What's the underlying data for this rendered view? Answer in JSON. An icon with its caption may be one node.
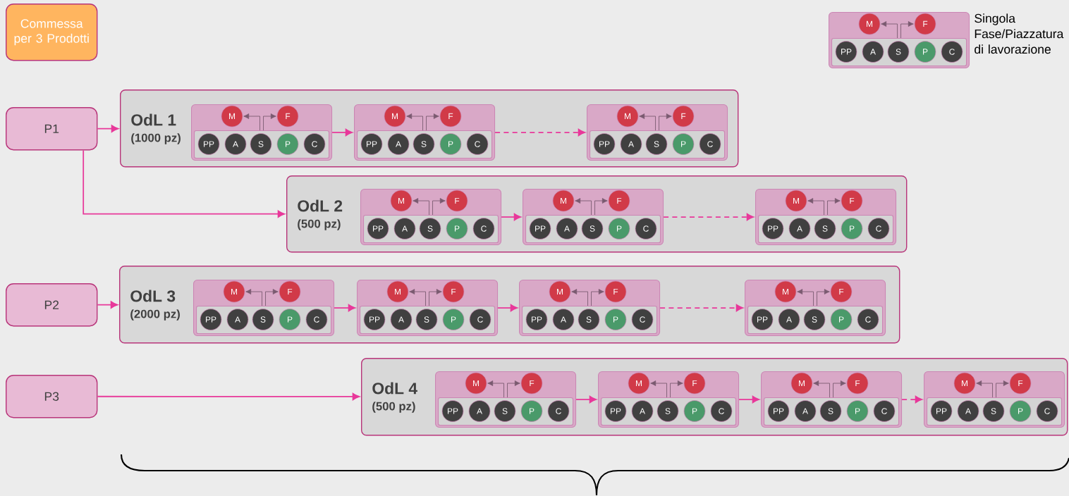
{
  "diagram": {
    "nodes": [
      {
        "text": [
          "Commessa per 3 Prodotti"
        ]
      },
      {
        "text": [],
        "shape": "box",
        "beside": [
          "Singola Fase/Piazzatura di lavorazione"
        ]
      },
      {
        "text": [
          "M"
        ],
        "in": 1
      },
      {
        "text": [
          "F"
        ],
        "in": 1
      },
      {
        "text": [],
        "shape": "box",
        "in": 1
      },
      {
        "text": [
          "PP"
        ],
        "in": 4
      },
      {
        "text": [
          "A"
        ],
        "in": 4
      },
      {
        "text": [
          "S"
        ],
        "in": 4
      },
      {
        "text": [
          "P"
        ],
        "in": 4
      },
      {
        "text": [
          "C"
        ],
        "in": 4
      },
      {
        "text": [
          "P1"
        ]
      },
      {
        "text": [
          "OdL 1",
          "(1000 pz)"
        ]
      },
      {
        "text": [],
        "shape": "box",
        "in": 11
      },
      {
        "text": [
          "M"
        ],
        "in": 12
      },
      {
        "text": [
          "F"
        ],
        "in": 12
      },
      {
        "text": [],
        "shape": "box",
        "in": 12
      },
      {
        "text": [
          "PP"
        ],
        "in": 15
      },
      {
        "text": [
          "A"
        ],
        "in": 15
      },
      {
        "text": [
          "S"
        ],
        "in": 15
      },
      {
        "text": [
          "P"
        ],
        "in": 15
      },
      {
        "text": [
          "C"
        ],
        "in": 15
      },
      {
        "text": [],
        "shape": "box",
        "in": 11
      },
      {
        "text": [
          "M"
        ],
        "in": 21
      },
      {
        "text": [
          "F"
        ],
        "in": 21
      },
      {
        "text": [],
        "shape": "box",
        "in": 21
      },
      {
        "text": [
          "PP"
        ],
        "in": 24
      },
      {
        "text": [
          "A"
        ],
        "in": 24
      },
      {
        "text": [
          "S"
        ],
        "in": 24
      },
      {
        "text": [
          "P"
        ],
        "in": 24
      },
      {
        "text": [
          "C"
        ],
        "in": 24
      },
      {
        "text": [],
        "shape": "box",
        "in": 11
      },
      {
        "text": [
          "M"
        ],
        "in": 30
      },
      {
        "text": [
          "F"
        ],
        "in": 30
      },
      {
        "text": [],
        "shape": "box",
        "in": 30
      },
      {
        "text": [
          "PP"
        ],
        "in": 33
      },
      {
        "text": [
          "A"
        ],
        "in": 33
      },
      {
        "text": [
          "S"
        ],
        "in": 33
      },
      {
        "text": [
          "P"
        ],
        "in": 33
      },
      {
        "text": [
          "C"
        ],
        "in": 33
      },
      {
        "text": [
          "OdL 2",
          "(500 pz)"
        ]
      },
      {
        "text": [],
        "shape": "box",
        "in": 39
      },
      {
        "text": [
          "M"
        ],
        "in": 40
      },
      {
        "text": [
          "F"
        ],
        "in": 40
      },
      {
        "text": [],
        "shape": "box",
        "in": 40
      },
      {
        "text": [
          "PP"
        ],
        "in": 43
      },
      {
        "text": [
          "A"
        ],
        "in": 43
      },
      {
        "text": [
          "S"
        ],
        "in": 43
      },
      {
        "text": [
          "P"
        ],
        "in": 43
      },
      {
        "text": [
          "C"
        ],
        "in": 43
      },
      {
        "text": [],
        "shape": "box",
        "in": 39
      },
      {
        "text": [
          "M"
        ],
        "in": 49
      },
      {
        "text": [
          "F"
        ],
        "in": 49
      },
      {
        "text": [],
        "shape": "box",
        "in": 49
      },
      {
        "text": [
          "PP"
        ],
        "in": 52
      },
      {
        "text": [
          "A"
        ],
        "in": 52
      },
      {
        "text": [
          "S"
        ],
        "in": 52
      },
      {
        "text": [
          "P"
        ],
        "in": 52
      },
      {
        "text": [
          "C"
        ],
        "in": 52
      },
      {
        "text": [],
        "shape": "box",
        "in": 39
      },
      {
        "text": [
          "M"
        ],
        "in": 58
      },
      {
        "text": [
          "F"
        ],
        "in": 58
      },
      {
        "text": [],
        "shape": "box",
        "in": 58
      },
      {
        "text": [
          "PP"
        ],
        "in": 61
      },
      {
        "text": [
          "A"
        ],
        "in": 61
      },
      {
        "text": [
          "S"
        ],
        "in": 61
      },
      {
        "text": [
          "P"
        ],
        "in": 61
      },
      {
        "text": [
          "C"
        ],
        "in": 61
      },
      {
        "text": [
          "P2"
        ]
      },
      {
        "text": [
          "OdL 3",
          "(2000 pz)"
        ]
      },
      {
        "text": [],
        "shape": "box",
        "in": 68
      },
      {
        "text": [
          "M"
        ],
        "in": 69
      },
      {
        "text": [
          "F"
        ],
        "in": 69
      },
      {
        "text": [],
        "shape": "box",
        "in": 69
      },
      {
        "text": [
          "PP"
        ],
        "in": 72
      },
      {
        "text": [
          "A"
        ],
        "in": 72
      },
      {
        "text": [
          "S"
        ],
        "in": 72
      },
      {
        "text": [
          "P"
        ],
        "in": 72
      },
      {
        "text": [
          "C"
        ],
        "in": 72
      },
      {
        "text": [],
        "shape": "box",
        "in": 68
      },
      {
        "text": [
          "M"
        ],
        "in": 78
      },
      {
        "text": [
          "F"
        ],
        "in": 78
      },
      {
        "text": [],
        "shape": "box",
        "in": 78
      },
      {
        "text": [
          "PP"
        ],
        "in": 81
      },
      {
        "text": [
          "A"
        ],
        "in": 81
      },
      {
        "text": [
          "S"
        ],
        "in": 81
      },
      {
        "text": [
          "P"
        ],
        "in": 81
      },
      {
        "text": [
          "C"
        ],
        "in": 81
      },
      {
        "text": [],
        "shape": "box",
        "in": 68
      },
      {
        "text": [
          "M"
        ],
        "in": 87
      },
      {
        "text": [
          "F"
        ],
        "in": 87
      },
      {
        "text": [],
        "shape": "box",
        "in": 87
      },
      {
        "text": [
          "PP"
        ],
        "in": 90
      },
      {
        "text": [
          "A"
        ],
        "in": 90
      },
      {
        "text": [
          "S"
        ],
        "in": 90
      },
      {
        "text": [
          "P"
        ],
        "in": 90
      },
      {
        "text": [
          "C"
        ],
        "in": 90
      },
      {
        "text": [],
        "shape": "box",
        "in": 68
      },
      {
        "text": [
          "M"
        ],
        "in": 96
      },
      {
        "text": [
          "F"
        ],
        "in": 96
      },
      {
        "text": [],
        "shape": "box",
        "in": 96
      },
      {
        "text": [
          "PP"
        ],
        "in": 99
      },
      {
        "text": [
          "A"
        ],
        "in": 99
      },
      {
        "text": [
          "S"
        ],
        "in": 99
      },
      {
        "text": [
          "P"
        ],
        "in": 99
      },
      {
        "text": [
          "C"
        ],
        "in": 99
      },
      {
        "text": [
          "P3"
        ]
      },
      {
        "text": [
          "OdL 4",
          "(500 pz)"
        ]
      },
      {
        "text": [],
        "shape": "box",
        "in": 106
      },
      {
        "text": [
          "M"
        ],
        "in": 107
      },
      {
        "text": [
          "F"
        ],
        "in": 107
      },
      {
        "text": [],
        "shape": "box",
        "in": 107
      },
      {
        "text": [
          "PP"
        ],
        "in": 110
      },
      {
        "text": [
          "A"
        ],
        "in": 110
      },
      {
        "text": [
          "S"
        ],
        "in": 110
      },
      {
        "text": [
          "P"
        ],
        "in": 110
      },
      {
        "text": [
          "C"
        ],
        "in": 110
      },
      {
        "text": [],
        "shape": "box",
        "in": 106
      },
      {
        "text": [
          "M"
        ],
        "in": 116
      },
      {
        "text": [
          "F"
        ],
        "in": 116
      },
      {
        "text": [],
        "shape": "box",
        "in": 116
      },
      {
        "text": [
          "PP"
        ],
        "in": 119
      },
      {
        "text": [
          "A"
        ],
        "in": 119
      },
      {
        "text": [
          "S"
        ],
        "in": 119
      },
      {
        "text": [
          "P"
        ],
        "in": 119
      },
      {
        "text": [
          "C"
        ],
        "in": 119
      },
      {
        "text": [],
        "shape": "box",
        "in": 106
      },
      {
        "text": [
          "M"
        ],
        "in": 125
      },
      {
        "text": [
          "F"
        ],
        "in": 125
      },
      {
        "text": [],
        "shape": "box",
        "in": 125
      },
      {
        "text": [
          "PP"
        ],
        "in": 128
      },
      {
        "text": [
          "A"
        ],
        "in": 128
      },
      {
        "text": [
          "S"
        ],
        "in": 128
      },
      {
        "text": [
          "P"
        ],
        "in": 128
      },
      {
        "text": [
          "C"
        ],
        "in": 128
      },
      {
        "text": [],
        "shape": "box",
        "in": 106
      },
      {
        "text": [
          "M"
        ],
        "in": 134
      },
      {
        "text": [
          "F"
        ],
        "in": 134
      },
      {
        "text": [],
        "shape": "box",
        "in": 134
      },
      {
        "text": [
          "PP"
        ],
        "in": 137
      },
      {
        "text": [
          "A"
        ],
        "in": 137
      },
      {
        "text": [
          "S"
        ],
        "in": 137
      },
      {
        "text": [
          "P"
        ],
        "in": 137
      },
      {
        "text": [
          "C"
        ],
        "in": 137
      }
    ],
    "edges": [
      {
        "from": 10,
        "to": 11,
        "arrow": "to",
        "color": "#e8389a"
      },
      {
        "from": 10,
        "to": 39,
        "arrow": "to",
        "color": "#e8389a"
      },
      {
        "from": 67,
        "to": 68,
        "arrow": "to",
        "color": "#e8389a"
      },
      {
        "from": 105,
        "to": 106,
        "arrow": "to",
        "color": "#e8389a"
      },
      {
        "from": 12,
        "to": 21,
        "arrow": "to",
        "color": "#e8389a"
      },
      {
        "from": 21,
        "to": 30,
        "arrow": "to",
        "style": "dashed",
        "color": "#e8389a"
      },
      {
        "from": 40,
        "to": 49,
        "arrow": "to",
        "color": "#e8389a"
      },
      {
        "from": 49,
        "to": 58,
        "arrow": "to",
        "style": "dashed",
        "color": "#e8389a"
      },
      {
        "from": 69,
        "to": 78,
        "arrow": "to",
        "color": "#e8389a"
      },
      {
        "from": 78,
        "to": 87,
        "arrow": "to",
        "color": "#e8389a"
      },
      {
        "from": 87,
        "to": 96,
        "arrow": "to",
        "style": "dashed",
        "color": "#e8389a"
      },
      {
        "from": 107,
        "to": 116,
        "arrow": "to",
        "color": "#e8389a"
      },
      {
        "from": 116,
        "to": 125,
        "arrow": "to",
        "color": "#e8389a"
      },
      {
        "from": 125,
        "to": 134,
        "arrow": "to",
        "style": "dashed",
        "color": "#e8389a"
      },
      {
        "from": 4,
        "to": 2,
        "arrow": "to"
      },
      {
        "from": 4,
        "to": 3,
        "arrow": "to"
      },
      {
        "from": 15,
        "to": 13,
        "arrow": "to"
      },
      {
        "from": 15,
        "to": 14,
        "arrow": "to"
      },
      {
        "from": 24,
        "to": 22,
        "arrow": "to"
      },
      {
        "from": 24,
        "to": 23,
        "arrow": "to"
      },
      {
        "from": 33,
        "to": 31,
        "arrow": "to"
      },
      {
        "from": 33,
        "to": 32,
        "arrow": "to"
      },
      {
        "from": 43,
        "to": 41,
        "arrow": "to"
      },
      {
        "from": 43,
        "to": 42,
        "arrow": "to"
      },
      {
        "from": 52,
        "to": 50,
        "arrow": "to"
      },
      {
        "from": 52,
        "to": 51,
        "arrow": "to"
      },
      {
        "from": 61,
        "to": 59,
        "arrow": "to"
      },
      {
        "from": 61,
        "to": 60,
        "arrow": "to"
      },
      {
        "from": 72,
        "to": 70,
        "arrow": "to"
      },
      {
        "from": 72,
        "to": 71,
        "arrow": "to"
      },
      {
        "from": 81,
        "to": 79,
        "arrow": "to"
      },
      {
        "from": 81,
        "to": 80,
        "arrow": "to"
      },
      {
        "from": 90,
        "to": 88,
        "arrow": "to"
      },
      {
        "from": 90,
        "to": 89,
        "arrow": "to"
      },
      {
        "from": 99,
        "to": 97,
        "arrow": "to"
      },
      {
        "from": 99,
        "to": 98,
        "arrow": "to"
      },
      {
        "from": 110,
        "to": 108,
        "arrow": "to"
      },
      {
        "from": 110,
        "to": 109,
        "arrow": "to"
      },
      {
        "from": 119,
        "to": 117,
        "arrow": "to"
      },
      {
        "from": 119,
        "to": 118,
        "arrow": "to"
      },
      {
        "from": 128,
        "to": 126,
        "arrow": "to"
      },
      {
        "from": 128,
        "to": 127,
        "arrow": "to"
      },
      {
        "from": 137,
        "to": 135,
        "arrow": "to"
      },
      {
        "from": 137,
        "to": 136,
        "arrow": "to"
      }
    ]
  }
}
